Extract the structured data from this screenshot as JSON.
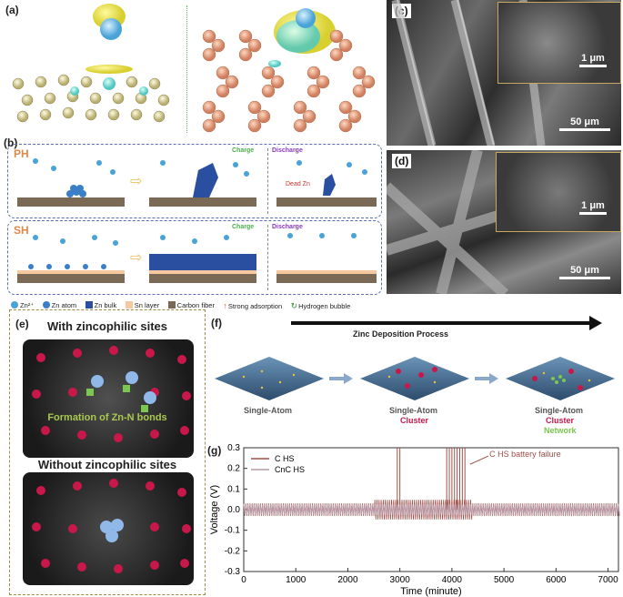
{
  "panels": {
    "a": "(a)",
    "b": "(b)",
    "c": "(c)",
    "d": "(d)",
    "e": "(e)",
    "f": "(f)",
    "g": "(g)"
  },
  "sem_c": {
    "inset_scale": "1 μm",
    "main_scale": "50 μm"
  },
  "sem_d": {
    "inset_scale": "1 μm",
    "main_scale": "50 μm"
  },
  "schematic_b": {
    "ph_label": "PH",
    "sh_label": "SH",
    "charge": "Charge",
    "discharge": "Discharge",
    "dead_zn": "Dead Zn",
    "legend": [
      "Zn²⁺",
      "Zn atom",
      "Zn bulk",
      "Sn layer",
      "Carbon fiber",
      "Strong adsorption",
      "Hydrogen bubble"
    ],
    "legend_colors": [
      "#4aa3d8",
      "#3a7fc8",
      "#2a4fa0",
      "#f6c8a0",
      "#7a6a55",
      "#e05a30",
      "#3a8a3a"
    ]
  },
  "panel_e": {
    "title_top": "With zincophilic sites",
    "caption": "Formation of Zn-N bonds",
    "title_bottom": "Without zincophilic sites"
  },
  "panel_f": {
    "process": "Zinc Deposition Process",
    "stage1": "Single-Atom",
    "stage2a": "Single-Atom",
    "stage2b": "Cluster",
    "stage3a": "Single-Atom",
    "stage3b": "Cluster",
    "stage3c": "Network"
  },
  "chart_data": {
    "type": "line",
    "xlabel": "Time (minute)",
    "ylabel": "Voltage (V)",
    "xlim": [
      0,
      7200
    ],
    "ylim": [
      -0.3,
      0.3
    ],
    "xticks": [
      0,
      1000,
      2000,
      3000,
      4000,
      5000,
      6000,
      7000
    ],
    "yticks": [
      -0.3,
      -0.2,
      -0.1,
      0.0,
      0.1,
      0.2,
      0.3
    ],
    "legend": "top-left",
    "annotation": "C HS battery failure",
    "series": [
      {
        "name": "C HS",
        "color": "#a0504a",
        "base_amp": 0.03,
        "spikes": [
          [
            2950,
            0.3
          ],
          [
            3000,
            0.3
          ],
          [
            3900,
            0.3
          ],
          [
            3950,
            0.3
          ],
          [
            4000,
            0.3
          ],
          [
            4050,
            0.3
          ],
          [
            4100,
            0.3
          ],
          [
            4150,
            0.3
          ],
          [
            4200,
            0.3
          ],
          [
            4250,
            0.3
          ]
        ]
      },
      {
        "name": "CnC HS",
        "color": "#b89aa8",
        "base_amp": 0.025,
        "spikes": []
      }
    ]
  }
}
